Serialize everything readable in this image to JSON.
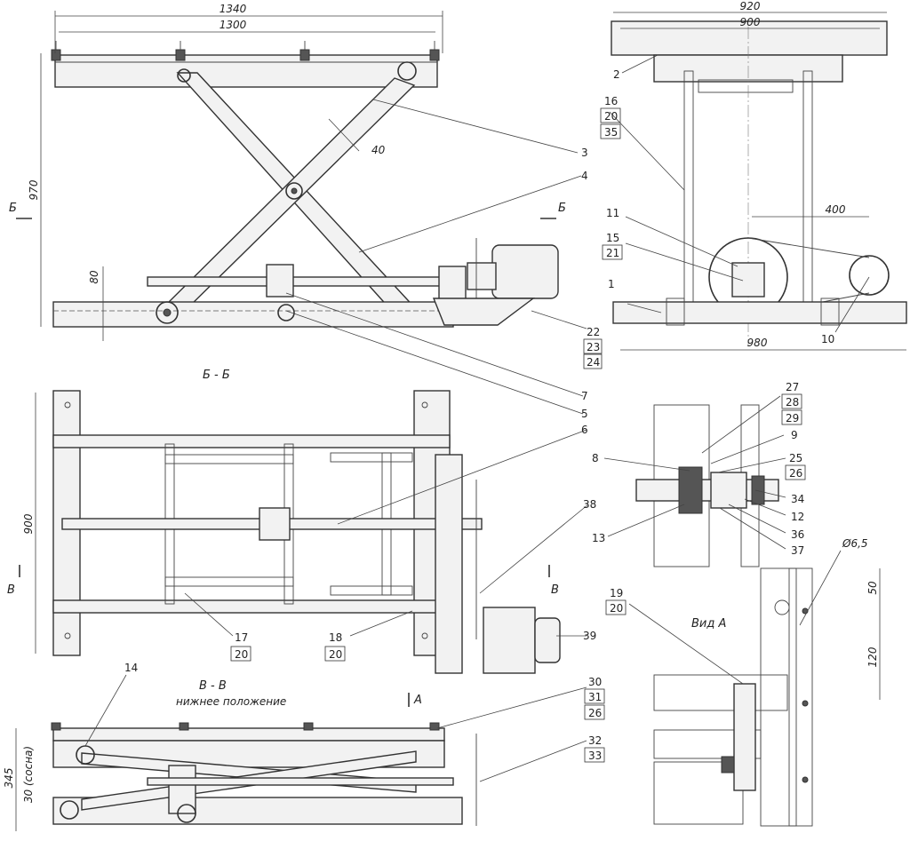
{
  "dimensions": {
    "top_overall": "1340",
    "top_inner": "1300",
    "height": "970",
    "base_offset": "80",
    "end_width": "920",
    "end_inner": "900",
    "base_width": "980",
    "motor_offset": "400",
    "plan_width": "900",
    "hole_dia": "Ø6,5",
    "hole_spacing_1": "50",
    "hole_spacing_2": "120",
    "low_height": "345",
    "pine_thickness": "30 (сосна)",
    "angle": "40"
  },
  "section_labels": {
    "section_b": "Б - Б",
    "section_v": "В - В",
    "section_v_note": "нижнее положение",
    "view_a": "Вид А",
    "cut_b": "Б",
    "cut_v": "В",
    "arrow_a": "А"
  },
  "callouts": {
    "c1": "1",
    "c2": "2",
    "c3": "3",
    "c4": "4",
    "c5": "5",
    "c6": "6",
    "c7": "7",
    "c8": "8",
    "c9": "9",
    "c10": "10",
    "c11": "11",
    "c12": "12",
    "c13": "13",
    "c14": "14",
    "c15": "15",
    "c16": "16",
    "c17": "17",
    "c18": "18",
    "c19": "19",
    "c20": "20",
    "c21": "21",
    "c22": "22",
    "c23": "23",
    "c24": "24",
    "c25": "25",
    "c26": "26",
    "c27": "27",
    "c28": "28",
    "c29": "29",
    "c30": "30",
    "c31": "31",
    "c32": "32",
    "c33": "33",
    "c34": "34",
    "c35": "35",
    "c36": "36",
    "c37": "37",
    "c38": "38",
    "c39": "39"
  }
}
